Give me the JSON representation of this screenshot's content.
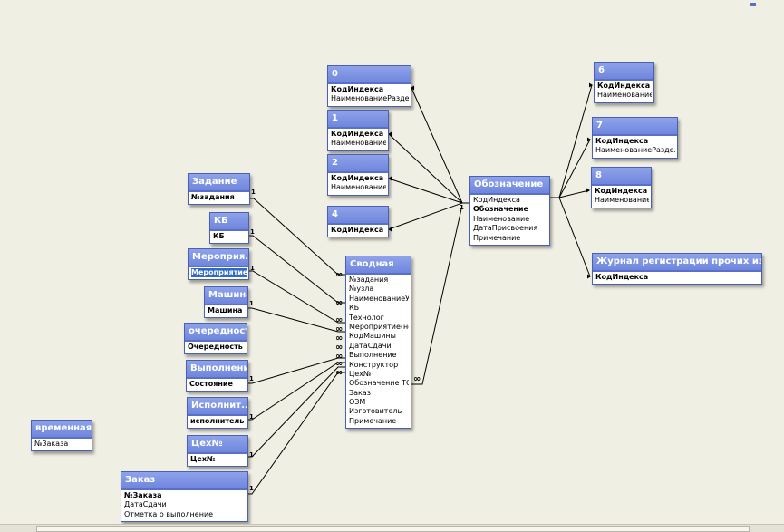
{
  "tables": [
    {
      "id": "t0",
      "title": "0",
      "fields": [
        {
          "name": "КодИндекса",
          "key": true
        },
        {
          "name": "НаименованиеРаздела"
        }
      ]
    },
    {
      "id": "t1",
      "title": "1",
      "fields": [
        {
          "name": "КодИндекса",
          "key": true
        },
        {
          "name": "НаименованиеРа"
        }
      ]
    },
    {
      "id": "t2",
      "title": "2",
      "fields": [
        {
          "name": "КодИндекса",
          "key": true
        },
        {
          "name": "НаименованиеРа"
        }
      ]
    },
    {
      "id": "t4",
      "title": "4",
      "fields": [
        {
          "name": "КодИндекса",
          "key": true
        }
      ]
    },
    {
      "id": "t6",
      "title": "6",
      "fields": [
        {
          "name": "КодИндекса",
          "key": true
        },
        {
          "name": "НаименованиеРа"
        }
      ]
    },
    {
      "id": "t7",
      "title": "7",
      "fields": [
        {
          "name": "КодИндекса",
          "key": true
        },
        {
          "name": "НаименованиеРаздела"
        }
      ]
    },
    {
      "id": "t8",
      "title": "8",
      "fields": [
        {
          "name": "КодИндекса",
          "key": true
        },
        {
          "name": "НаименованиеРа"
        }
      ]
    },
    {
      "id": "tjournal",
      "title": "Журнал регистрации прочих изделий",
      "fields": [
        {
          "name": "КодИндекса",
          "key": true
        }
      ]
    },
    {
      "id": "toboz",
      "title": "Обозначение",
      "fields": [
        {
          "name": "КодИндекса"
        },
        {
          "name": "Обозначение",
          "key": true
        },
        {
          "name": "Наименование"
        },
        {
          "name": "ДатаПрисвоения"
        },
        {
          "name": "Примечание"
        }
      ]
    },
    {
      "id": "tzadanie",
      "title": "Задание",
      "fields": [
        {
          "name": "№задания",
          "key": true
        }
      ]
    },
    {
      "id": "tkb",
      "title": "КБ",
      "fields": [
        {
          "name": "КБ",
          "key": true
        }
      ]
    },
    {
      "id": "tmerop",
      "title": "Мероприя...",
      "fields": [
        {
          "name": "Мероприятие",
          "key": true,
          "selected": true
        }
      ]
    },
    {
      "id": "tmashina",
      "title": "Машина",
      "fields": [
        {
          "name": "Машина",
          "key": true
        }
      ]
    },
    {
      "id": "tochered",
      "title": "очередность",
      "fields": [
        {
          "name": "Очередность",
          "key": true
        }
      ]
    },
    {
      "id": "tvypoln",
      "title": "Выполнение",
      "fields": [
        {
          "name": "Состояние",
          "key": true
        }
      ]
    },
    {
      "id": "tispoln",
      "title": "Исполнит...",
      "fields": [
        {
          "name": "исполнитель",
          "key": true
        }
      ]
    },
    {
      "id": "tceh",
      "title": "Цех№",
      "fields": [
        {
          "name": "Цех№",
          "key": true
        }
      ]
    },
    {
      "id": "tzakaz",
      "title": "Заказ",
      "fields": [
        {
          "name": "№Заказа",
          "key": true
        },
        {
          "name": "ДатаСдачи"
        },
        {
          "name": "Отметка о выполнение"
        }
      ]
    },
    {
      "id": "tvremen",
      "title": "временная",
      "fields": [
        {
          "name": "№Заказа"
        }
      ]
    },
    {
      "id": "tsvod",
      "title": "Сводная",
      "fields": [
        {
          "name": "№задания"
        },
        {
          "name": "№узла"
        },
        {
          "name": "НаименованиеУзл"
        },
        {
          "name": "КБ"
        },
        {
          "name": "Технолог"
        },
        {
          "name": "Мероприятие(нов"
        },
        {
          "name": "КодМашины"
        },
        {
          "name": "ДатаСдачи"
        },
        {
          "name": "Выполнение"
        },
        {
          "name": "Конструктор"
        },
        {
          "name": "Цех№"
        },
        {
          "name": "Обозначение ТО"
        },
        {
          "name": "Заказ"
        },
        {
          "name": "ОЗМ"
        },
        {
          "name": "Изготовитель"
        },
        {
          "name": "Примечание"
        }
      ]
    }
  ],
  "cardinality": {
    "one": "1",
    "many": "∞"
  },
  "colors": {
    "canvas": "#f0efe4",
    "title_bar": "#7b91e2",
    "line": "#000000"
  }
}
